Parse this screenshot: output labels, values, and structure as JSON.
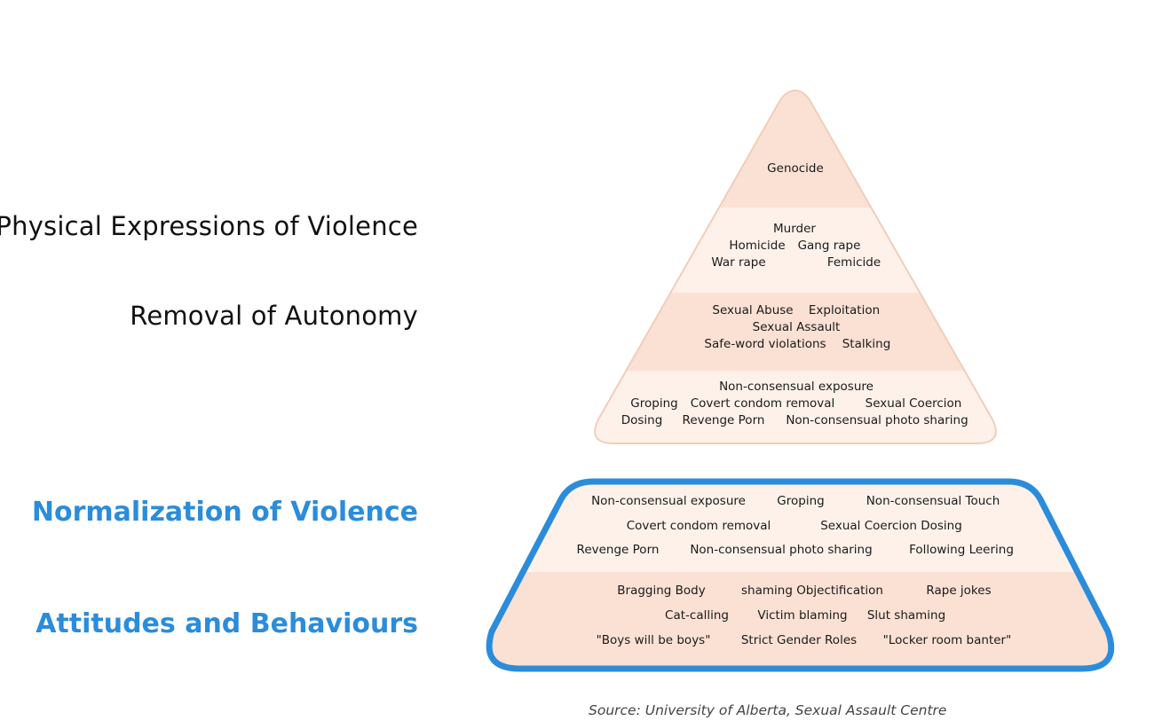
{
  "labels": {
    "physical": "Physical Expressions of Violence",
    "autonomy": "Removal of Autonomy",
    "normalization": "Normalization of Violence",
    "attitudes": "Attitudes and Behaviours"
  },
  "pyramid": {
    "tier1": [
      "Genocide"
    ],
    "tier2": [
      "Murder",
      "Homicide",
      "Gang rape",
      "War rape",
      "Femicide"
    ],
    "tier3": [
      "Sexual Abuse",
      "Exploitation",
      "Sexual Assault",
      "Safe-word violations",
      "Stalking"
    ],
    "tier4": [
      "Non-consensual exposure",
      "Groping",
      "Covert condom removal",
      "Sexual Coercion",
      "Dosing",
      "Revenge Porn",
      "Non-consensual photo sharing"
    ]
  },
  "base": {
    "normalization": [
      "Non-consensual exposure",
      "Groping",
      "Non-consensual Touch",
      "Covert condom removal",
      "Sexual Coercion Dosing",
      "Revenge Porn",
      "Non-consensual photo sharing",
      "Following Leering"
    ],
    "attitudes": [
      "Bragging Body",
      "shaming Objectification",
      "Rape jokes",
      "Cat-calling",
      "Victim blaming",
      "Slut shaming",
      "\"Boys will be boys\"",
      "Strict Gender Roles",
      "\"Locker room banter\""
    ]
  },
  "source": "Source: University of Alberta, Sexual Assault Centre",
  "colors": {
    "band_dark": "#fbe1d4",
    "band_light": "#fdf1ea",
    "outline": "#f2cdb9",
    "accent_blue": "#2b8cdb"
  }
}
